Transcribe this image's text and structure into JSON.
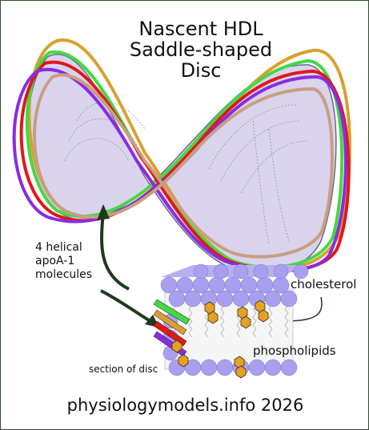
{
  "title_lines": [
    "Nascent HDL",
    "Saddle-shaped",
    "Disc"
  ],
  "labels": {
    "apoa_lines": [
      "4 helical",
      "apoA-1",
      "molecules"
    ],
    "cholesterol": "cholesterol",
    "phospholipids": "phospholipids",
    "section": "section of disc"
  },
  "credit": "physiologymodels.info 2026",
  "colors": {
    "disc_fill": "#d9d3ee",
    "apoa_orange": "#d9a030",
    "apoa_green": "#44d844",
    "apoa_red": "#e01818",
    "apoa_purple": "#8a2be2",
    "apoa_tan": "#c8a080",
    "phospholipid_head": "#a8a0ee",
    "cholesterol": "#e8a020",
    "arrow": "#1f3a1f"
  }
}
